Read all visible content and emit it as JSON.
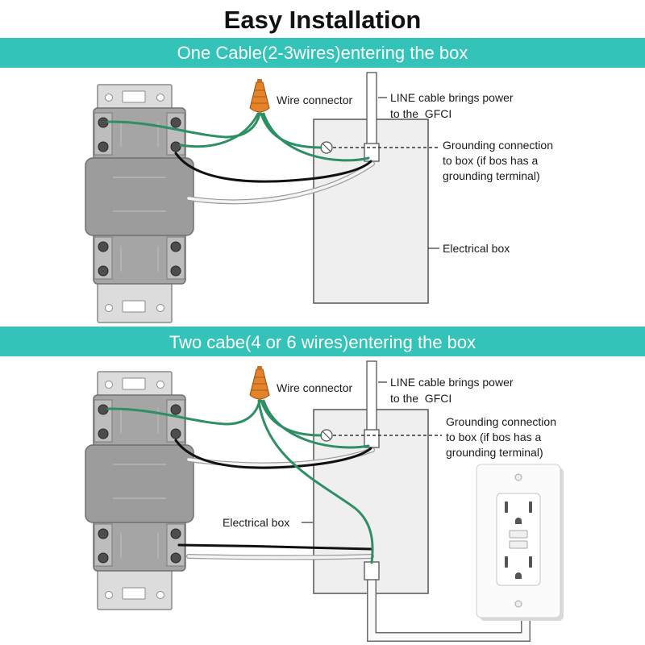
{
  "title": "Easy Installation",
  "colors": {
    "banner": "#33c3b8",
    "ground_wire": "#2f8f64",
    "hot_wire": "#111111",
    "neutral_wire": "#f4f4f4",
    "wire_connector": "#e5832a"
  },
  "sections": [
    {
      "banner": "One Cable(2-3wires)entering the box",
      "wire_connector_label": "Wire connector",
      "line_cable_label": [
        "LINE cable brings power",
        "to the  GFCI"
      ],
      "grounding_label": [
        "Grounding connection",
        "to box (if bos has a",
        "grounding terminal)"
      ],
      "electrical_box_label": "Electrical box"
    },
    {
      "banner": "Two cabe(4 or 6 wires)entering the box",
      "wire_connector_label": "Wire connector",
      "line_cable_label": [
        "LINE cable brings power",
        "to the  GFCI"
      ],
      "grounding_label": [
        "Grounding connection",
        "to box (if bos has a",
        "grounding terminal)"
      ],
      "electrical_box_label": "Electrical box"
    }
  ]
}
